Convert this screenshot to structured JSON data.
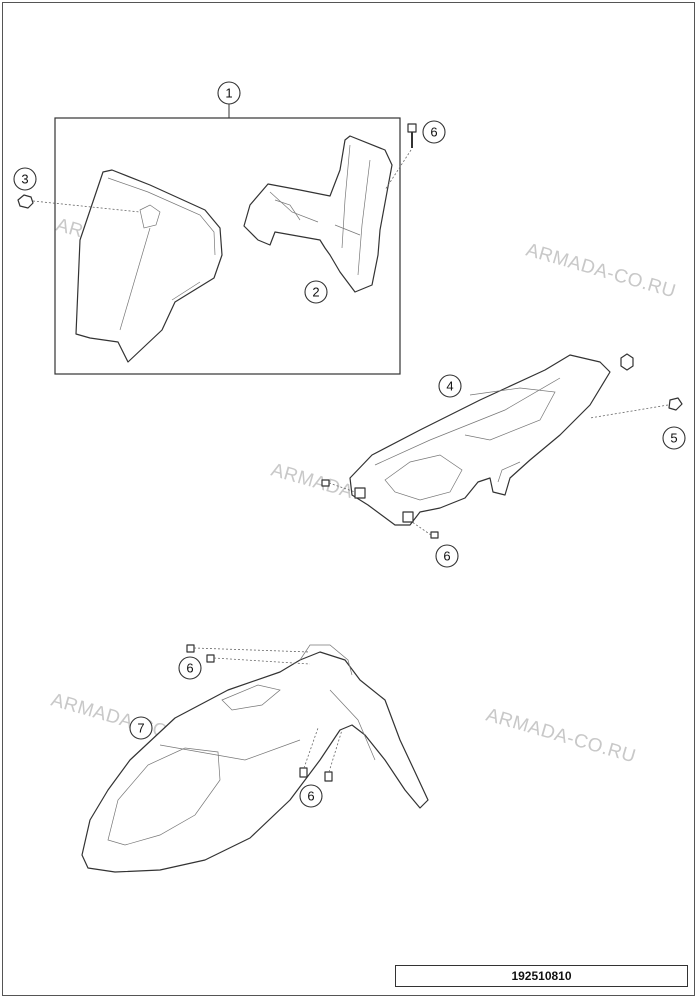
{
  "watermark_text": "ARMADA-CO.RU",
  "callouts": [
    "1",
    "2",
    "3",
    "4",
    "5",
    "6",
    "6",
    "6",
    "6",
    "7"
  ],
  "reference_number": "192510810",
  "colors": {
    "line": "#333333",
    "watermark": "#c8c8c8"
  }
}
